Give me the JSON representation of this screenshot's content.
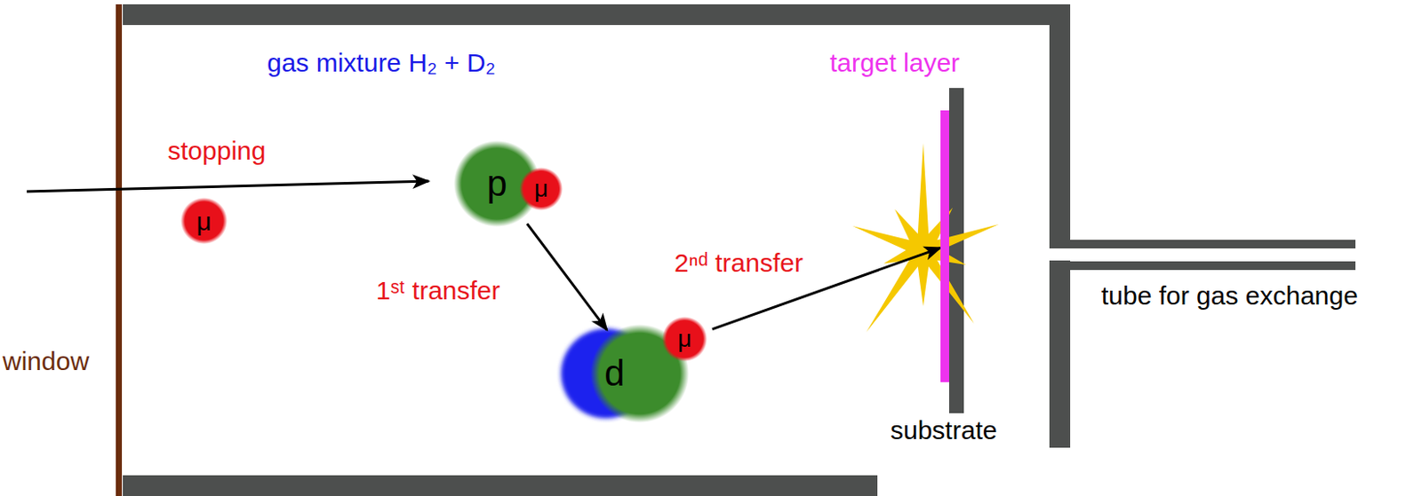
{
  "diagram": {
    "nodes": [
      {
        "text": [
          "μ"
        ]
      },
      {
        "text": [
          "p"
        ]
      },
      {
        "text": [
          "μ"
        ]
      },
      {
        "text": [
          "d"
        ]
      },
      {
        "text": [
          "μ"
        ]
      },
      {
        "text": [
          "target layer"
        ]
      }
    ],
    "edges": [
      {
        "from": 1,
        "to": 3,
        "arrow": "to",
        "label": "1ˢᵗ transfer"
      },
      {
        "from": 4,
        "to": 5,
        "arrow": "to",
        "label": "2ⁿᵈ transfer"
      }
    ],
    "labels": [
      "gas mixture H₂ + D₂",
      "stopping",
      "window",
      "substrate",
      "tube for gas exchange"
    ]
  }
}
